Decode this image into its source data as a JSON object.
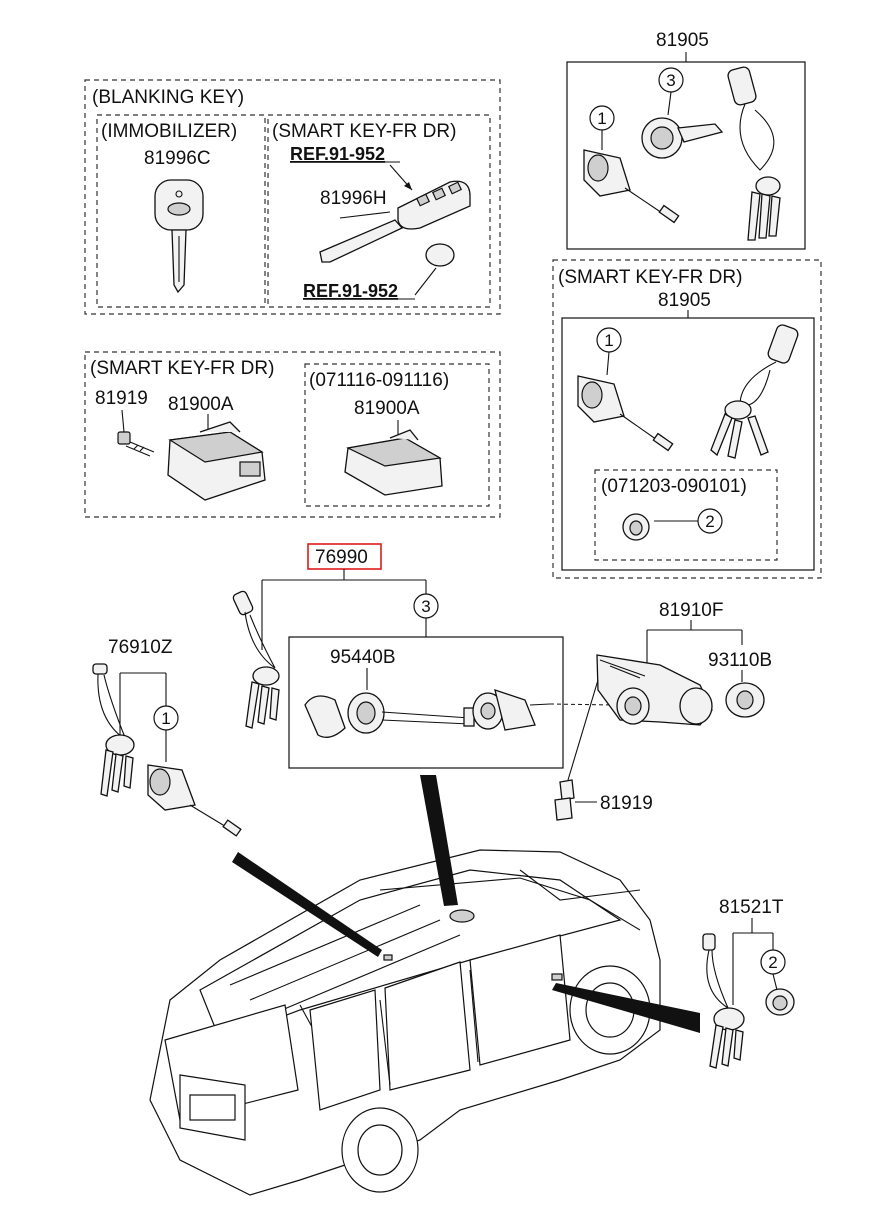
{
  "groups": {
    "blanking_key": "(BLANKING KEY)",
    "immobilizer": "(IMMOBILIZER)",
    "smart_key_fr_dr_1": "(SMART KEY-FR DR)",
    "smart_key_fr_dr_2": "(SMART KEY-FR DR)",
    "smart_key_fr_dr_3": "(SMART KEY-FR DR)",
    "date_range_1": "(071116-091116)",
    "date_range_2": "(071203-090101)"
  },
  "references": {
    "ref_top": "REF.91-952",
    "ref_bottom": "REF.91-952"
  },
  "part_numbers": {
    "p81996C": "81996C",
    "p81996H": "81996H",
    "p81905_top": "81905",
    "p81905_smart": "81905",
    "p81919_top": "81919",
    "p81900A_1": "81900A",
    "p81900A_2": "81900A",
    "p76990": "76990",
    "p95440B": "95440B",
    "p81910F": "81910F",
    "p93110B": "93110B",
    "p76910Z": "76910Z",
    "p81919_mid": "81919",
    "p81521T": "81521T"
  },
  "callouts": {
    "c1_top": "1",
    "c3_top": "3",
    "c1_smart": "1",
    "c2_smart": "2",
    "c3_mid": "3",
    "c1_left": "1",
    "c2_right": "2"
  },
  "colors": {
    "highlight_box": "#e01b1b",
    "line": "#111111"
  }
}
